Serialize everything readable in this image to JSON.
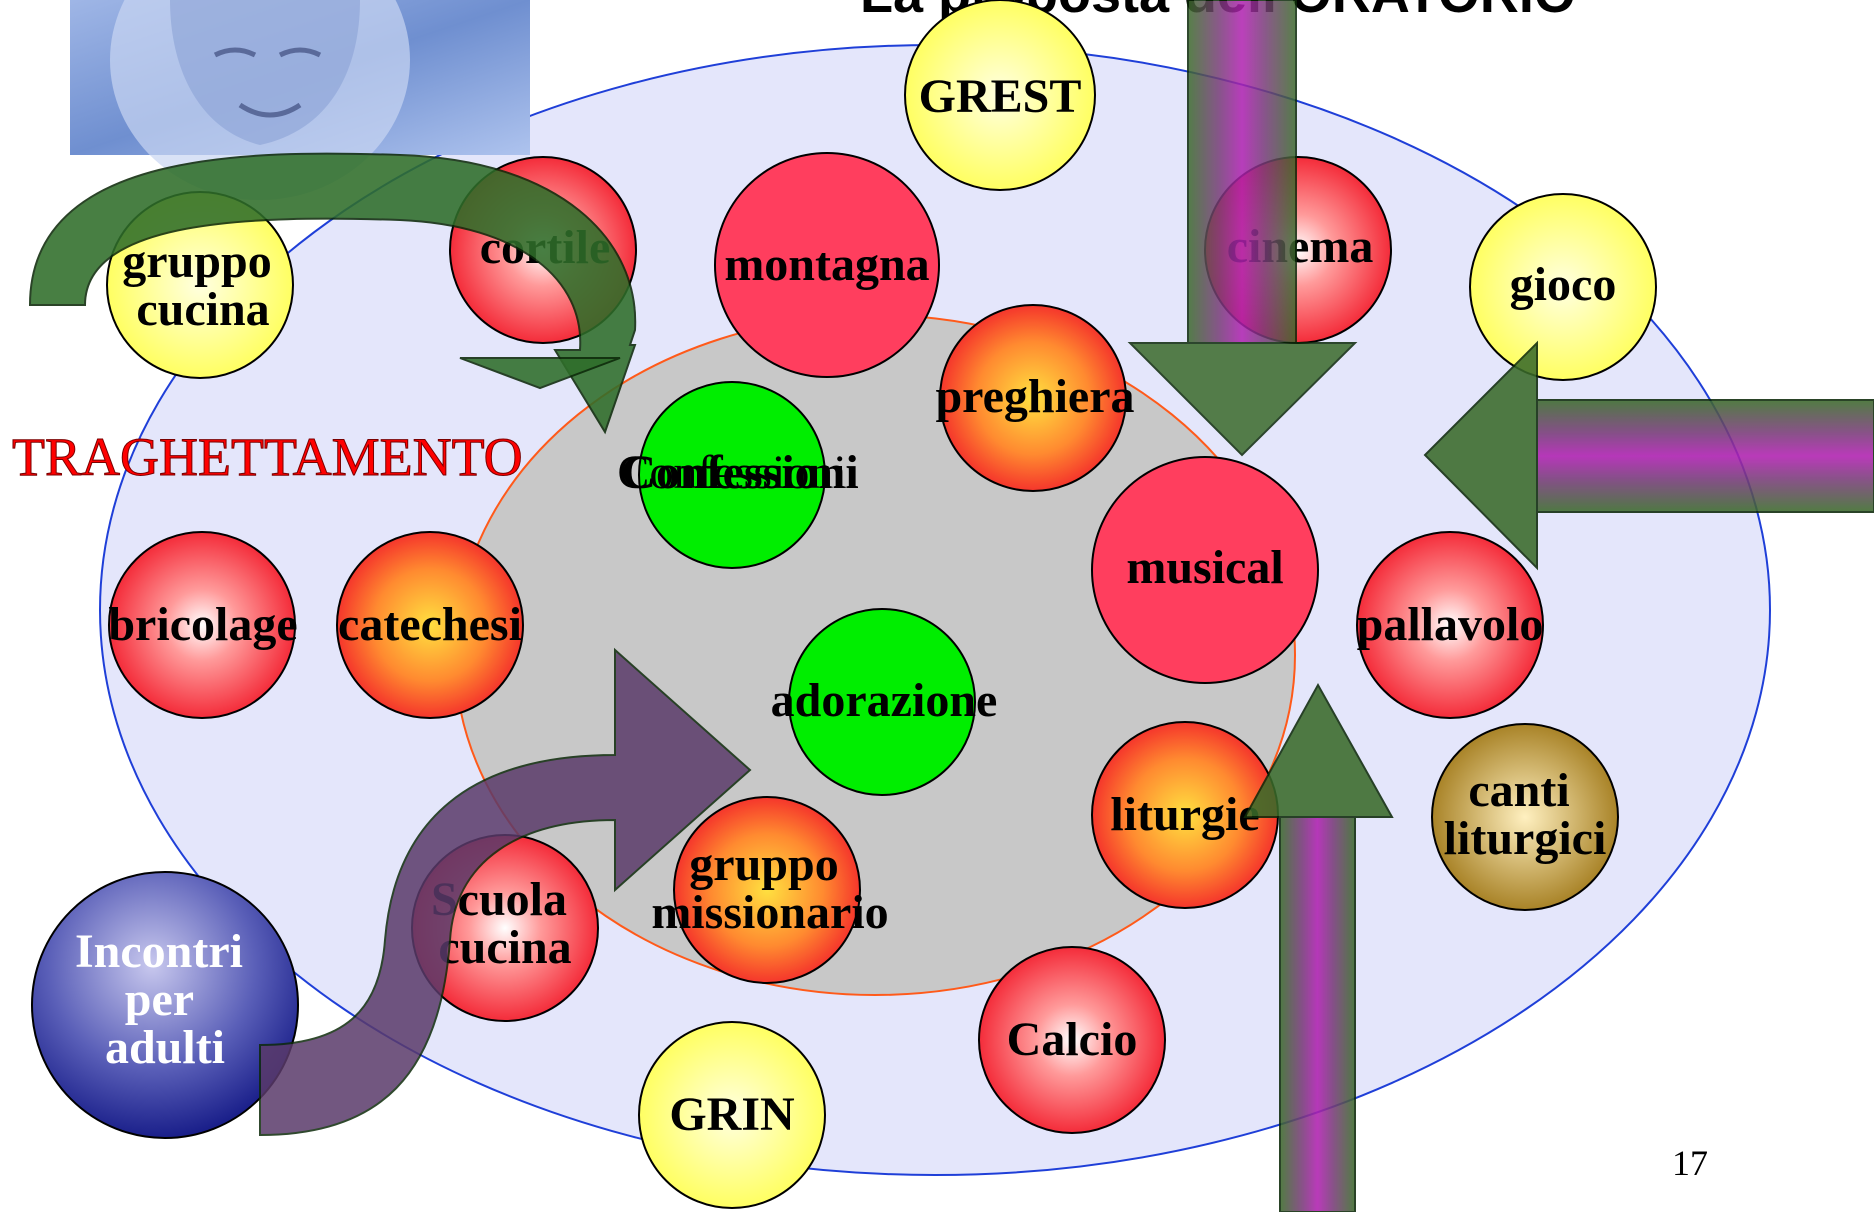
{
  "title": "La proposta dell'ORATORIO",
  "side_label": "TRAGHETTAMENTO",
  "page_number": "17",
  "circles": {
    "grest": "GREST",
    "gruppo_cucina": [
      "gruppo",
      "cucina"
    ],
    "cortile": "cortile",
    "montagna": "montagna",
    "cinema": "cinema",
    "gioco": "gioco",
    "preghiera": "preghiera",
    "confessioni": "Confessioni",
    "musical": "musical",
    "bricolage": "bricolage",
    "catechesi": "catechesi",
    "pallavolo": "pallavolo",
    "adorazione": "adorazione",
    "liturgie": "liturgie",
    "canti_liturgici": [
      "canti",
      "liturgici"
    ],
    "scuola_cucina": [
      "Scuola",
      "cucina"
    ],
    "gruppo_missionario": [
      "gruppo",
      "missionario"
    ],
    "incontri_per_adulti": [
      "Incontri",
      "per",
      "adulti"
    ],
    "calcio": "Calcio",
    "grin": "GRIN"
  },
  "colors": {
    "outer_ellipse": "#e4e6fb",
    "inner_ellipse": "#c8c8c8",
    "red_fill": "#ff3e5e",
    "orange_center": "#ffd040",
    "yellow": "#ffff66",
    "green": "#00ee00",
    "olive": "#b08a20",
    "blue_ball": "#2a2f9a",
    "green_arrow": "#2f6e2a",
    "purple_arrow": "#8a1a8a"
  }
}
